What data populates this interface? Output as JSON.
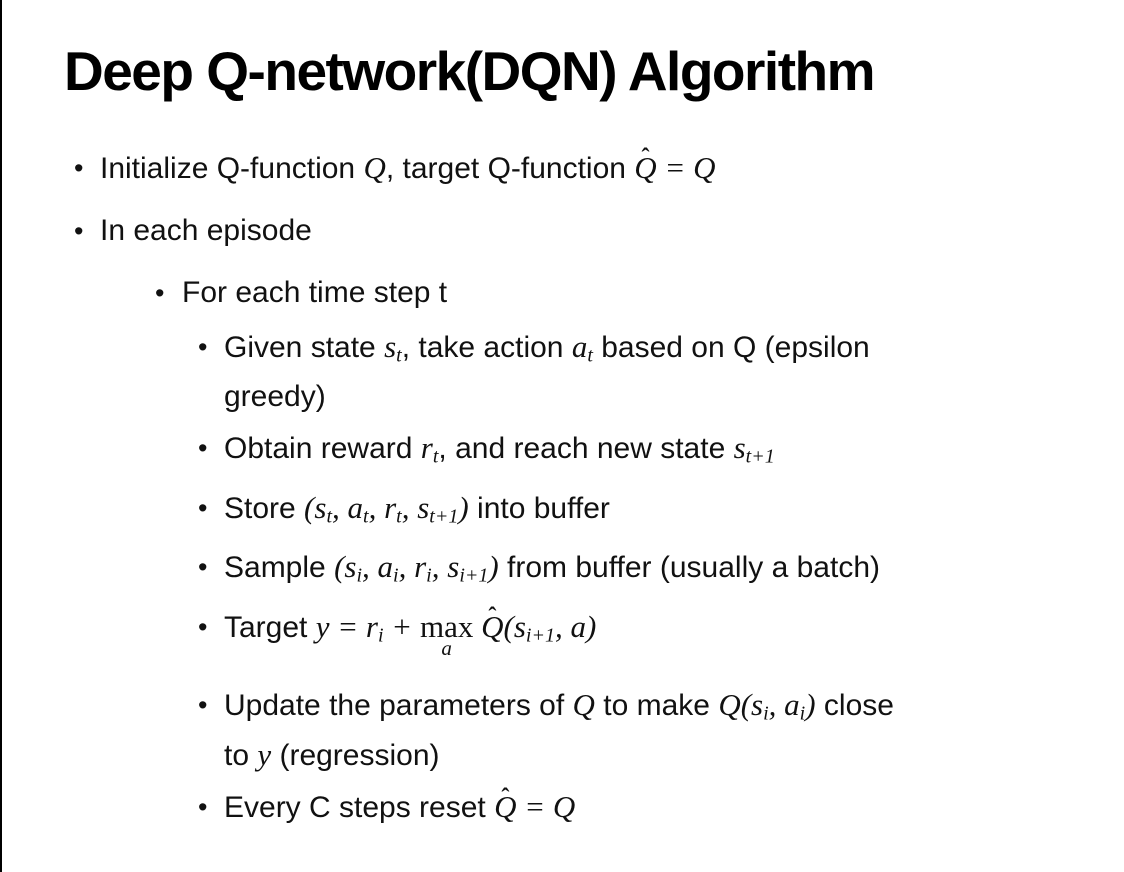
{
  "slide": {
    "title": "Deep Q-network(DQN) Algorithm",
    "bullet_char": "•",
    "colors": {
      "background": "#ffffff",
      "text": "#111111",
      "title": "#000000",
      "left_border": "#000000"
    },
    "bullets": [
      {
        "level": 1,
        "runs": [
          {
            "style": "body",
            "text": "Initialize Q-function "
          },
          {
            "style": "math",
            "text": "Q"
          },
          {
            "style": "body",
            "text": ", target Q-function "
          },
          {
            "style": "math",
            "text": "Q",
            "hat": true
          },
          {
            "style": "math",
            "text": " = "
          },
          {
            "style": "math",
            "text": "Q"
          }
        ]
      },
      {
        "level": 1,
        "runs": [
          {
            "style": "body",
            "text": "In each episode"
          }
        ]
      },
      {
        "level": 2,
        "runs": [
          {
            "style": "body",
            "text": "For each time step t"
          }
        ]
      },
      {
        "level": 3,
        "runs": [
          {
            "style": "body",
            "text": "Given state "
          },
          {
            "style": "math",
            "text": "s",
            "sub": "t"
          },
          {
            "style": "body",
            "text": ", take action "
          },
          {
            "style": "math",
            "text": "a",
            "sub": "t"
          },
          {
            "style": "body",
            "text": " based on Q (epsilon"
          },
          {
            "br": true
          },
          {
            "style": "body",
            "text": "greedy)"
          }
        ]
      },
      {
        "level": 3,
        "runs": [
          {
            "style": "body",
            "text": "Obtain reward "
          },
          {
            "style": "math",
            "text": "r",
            "sub": "t"
          },
          {
            "style": "body",
            "text": ", and reach new state "
          },
          {
            "style": "math",
            "text": "s",
            "sub": "t+1"
          }
        ]
      },
      {
        "level": 3,
        "runs": [
          {
            "style": "body",
            "text": "Store "
          },
          {
            "style": "math",
            "text": "("
          },
          {
            "style": "math",
            "text": "s",
            "sub": "t"
          },
          {
            "style": "math",
            "text": ", "
          },
          {
            "style": "math",
            "text": "a",
            "sub": "t"
          },
          {
            "style": "math",
            "text": ", "
          },
          {
            "style": "math",
            "text": "r",
            "sub": "t"
          },
          {
            "style": "math",
            "text": ", "
          },
          {
            "style": "math",
            "text": "s",
            "sub": "t+1"
          },
          {
            "style": "math",
            "text": ")"
          },
          {
            "style": "body",
            "text": " into buffer"
          }
        ]
      },
      {
        "level": 3,
        "runs": [
          {
            "style": "body",
            "text": "Sample "
          },
          {
            "style": "math",
            "text": "("
          },
          {
            "style": "math",
            "text": "s",
            "sub": "i"
          },
          {
            "style": "math",
            "text": ", "
          },
          {
            "style": "math",
            "text": "a",
            "sub": "i"
          },
          {
            "style": "math",
            "text": ", "
          },
          {
            "style": "math",
            "text": "r",
            "sub": "i"
          },
          {
            "style": "math",
            "text": ", "
          },
          {
            "style": "math",
            "text": "s",
            "sub": "i+1"
          },
          {
            "style": "math",
            "text": ")"
          },
          {
            "style": "body",
            "text": " from buffer (usually a batch)"
          }
        ]
      },
      {
        "level": 3,
        "runs": [
          {
            "style": "body",
            "text": "Target "
          },
          {
            "style": "math",
            "text": "y = "
          },
          {
            "style": "math",
            "text": "r",
            "sub": "i"
          },
          {
            "style": "math",
            "text": " + "
          },
          {
            "style": "math",
            "text": "max",
            "under": "a"
          },
          {
            "style": "math",
            "text": " "
          },
          {
            "style": "math",
            "text": "Q",
            "hat": true
          },
          {
            "style": "math",
            "text": "("
          },
          {
            "style": "math",
            "text": "s",
            "sub": "i+1"
          },
          {
            "style": "math",
            "text": ", "
          },
          {
            "style": "math",
            "text": "a"
          },
          {
            "style": "math",
            "text": ")"
          }
        ]
      },
      {
        "level": 3,
        "runs": [
          {
            "style": "body",
            "text": "Update the parameters of "
          },
          {
            "style": "math",
            "text": "Q"
          },
          {
            "style": "body",
            "text": " to make "
          },
          {
            "style": "math",
            "text": "Q"
          },
          {
            "style": "math",
            "text": "("
          },
          {
            "style": "math",
            "text": "s",
            "sub": "i"
          },
          {
            "style": "math",
            "text": ", "
          },
          {
            "style": "math",
            "text": "a",
            "sub": "i"
          },
          {
            "style": "math",
            "text": ")"
          },
          {
            "style": "body",
            "text": " close"
          },
          {
            "br": true
          },
          {
            "style": "body",
            "text": "to "
          },
          {
            "style": "math",
            "text": "y"
          },
          {
            "style": "body",
            "text": " (regression)"
          }
        ]
      },
      {
        "level": 3,
        "runs": [
          {
            "style": "body",
            "text": "Every C steps reset "
          },
          {
            "style": "math",
            "text": "Q",
            "hat": true
          },
          {
            "style": "math",
            "text": " = "
          },
          {
            "style": "math",
            "text": "Q"
          }
        ]
      }
    ]
  }
}
